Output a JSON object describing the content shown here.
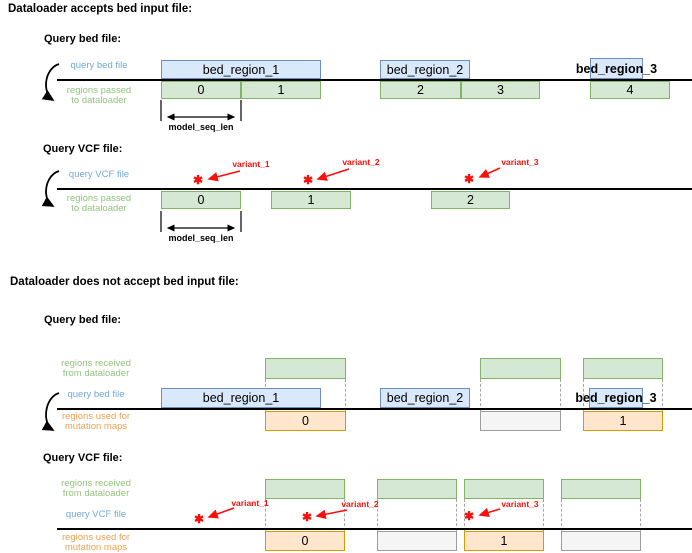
{
  "glyphs": {
    "asterisk": "✱"
  },
  "colors": {
    "blue_fill": "#dae8fc",
    "blue_stroke": "#6c8ebf",
    "green_fill": "#d5e8d4",
    "green_stroke": "#82b366",
    "orange_fill": "#ffe6cc",
    "orange_stroke": "#d79b00",
    "empty_fill": "#f5f5f5",
    "empty_stroke": "#9e9e9e",
    "label_blue": "#6fa8dc",
    "label_green": "#93c47d",
    "label_orange": "#f0a04e",
    "variant_red": "#fa0f0c",
    "axis_black": "#000000"
  },
  "section1": {
    "title": "Dataloader accepts bed input file:",
    "bed": {
      "subtitle": "Query bed file:",
      "file_label": "query bed file",
      "passed_line1": "regions passed",
      "passed_line2": "to dataloader",
      "regions": [
        "bed_region_1",
        "bed_region_2",
        "bed_region_3"
      ],
      "windows": [
        "0",
        "1",
        "2",
        "3",
        "4"
      ],
      "measure_label": "model_seq_len"
    },
    "vcf": {
      "subtitle": "Query VCF file:",
      "file_label": "query VCF file",
      "passed_line1": "regions passed",
      "passed_line2": "to dataloader",
      "windows": [
        "0",
        "1",
        "2"
      ],
      "variants": [
        "variant_1",
        "variant_2",
        "variant_3"
      ],
      "measure_label": "model_seq_len"
    }
  },
  "section2": {
    "title": "Dataloader does not accept bed input file:",
    "bed": {
      "subtitle": "Query bed file:",
      "received_line1": "regions received",
      "received_line2": "from dataloader",
      "file_label": "query bed file",
      "used_line1": "regions used for",
      "used_line2": "mutation maps",
      "regions": [
        "bed_region_1",
        "bed_region_2",
        "bed_region_3"
      ],
      "outputs": [
        "0",
        "1"
      ]
    },
    "vcf": {
      "subtitle": "Query VCF file:",
      "received_line1": "regions received",
      "received_line2": "from dataloader",
      "file_label": "query VCF file",
      "used_line1": "regions used for",
      "used_line2": "mutation maps",
      "variants": [
        "variant_1",
        "variant_2",
        "variant_3"
      ],
      "outputs": [
        "0",
        "1"
      ]
    }
  }
}
